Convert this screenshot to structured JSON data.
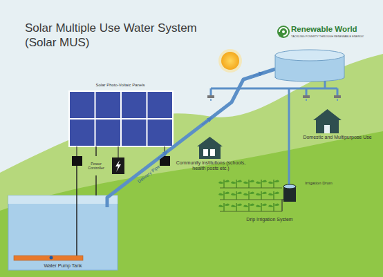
{
  "diagram": {
    "title": "Solar Multiple Use Water System (Solar MUS)",
    "nodes": [
      {
        "text": [
          "Solar Photo-Voltaic Panels"
        ]
      },
      {
        "text": [
          "Power Controller"
        ]
      },
      {
        "text": [
          "Water Pump Tank"
        ]
      },
      {
        "text": [
          "Community institutions (schools, health posts etc.)"
        ]
      },
      {
        "text": [
          "Domestic and Multipurpose Use"
        ]
      },
      {
        "text": [
          "Irrigation Drum"
        ]
      },
      {
        "text": [
          "Drip Irrigation System"
        ]
      }
    ],
    "edges": [
      {
        "from": 0,
        "to": 1,
        "arrow": "none"
      },
      {
        "from": 1,
        "to": 2,
        "arrow": "none"
      }
    ],
    "labels": [
      "Delivery Pipe",
      "Renewable World",
      "TACKLING POVERTY THROUGH RENEWABLE ENERGY"
    ]
  }
}
